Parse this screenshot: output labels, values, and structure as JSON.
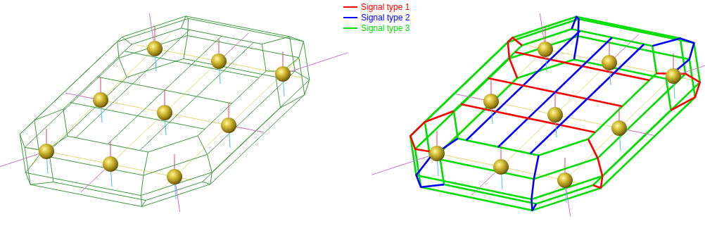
{
  "diagram": {
    "legend": [
      {
        "text": "Signal type 1",
        "color": "#ff0000"
      },
      {
        "text": "Signal type 2",
        "color": "#0000ff"
      },
      {
        "text": "Signal type 3",
        "color": "#00dd00"
      }
    ]
  }
}
